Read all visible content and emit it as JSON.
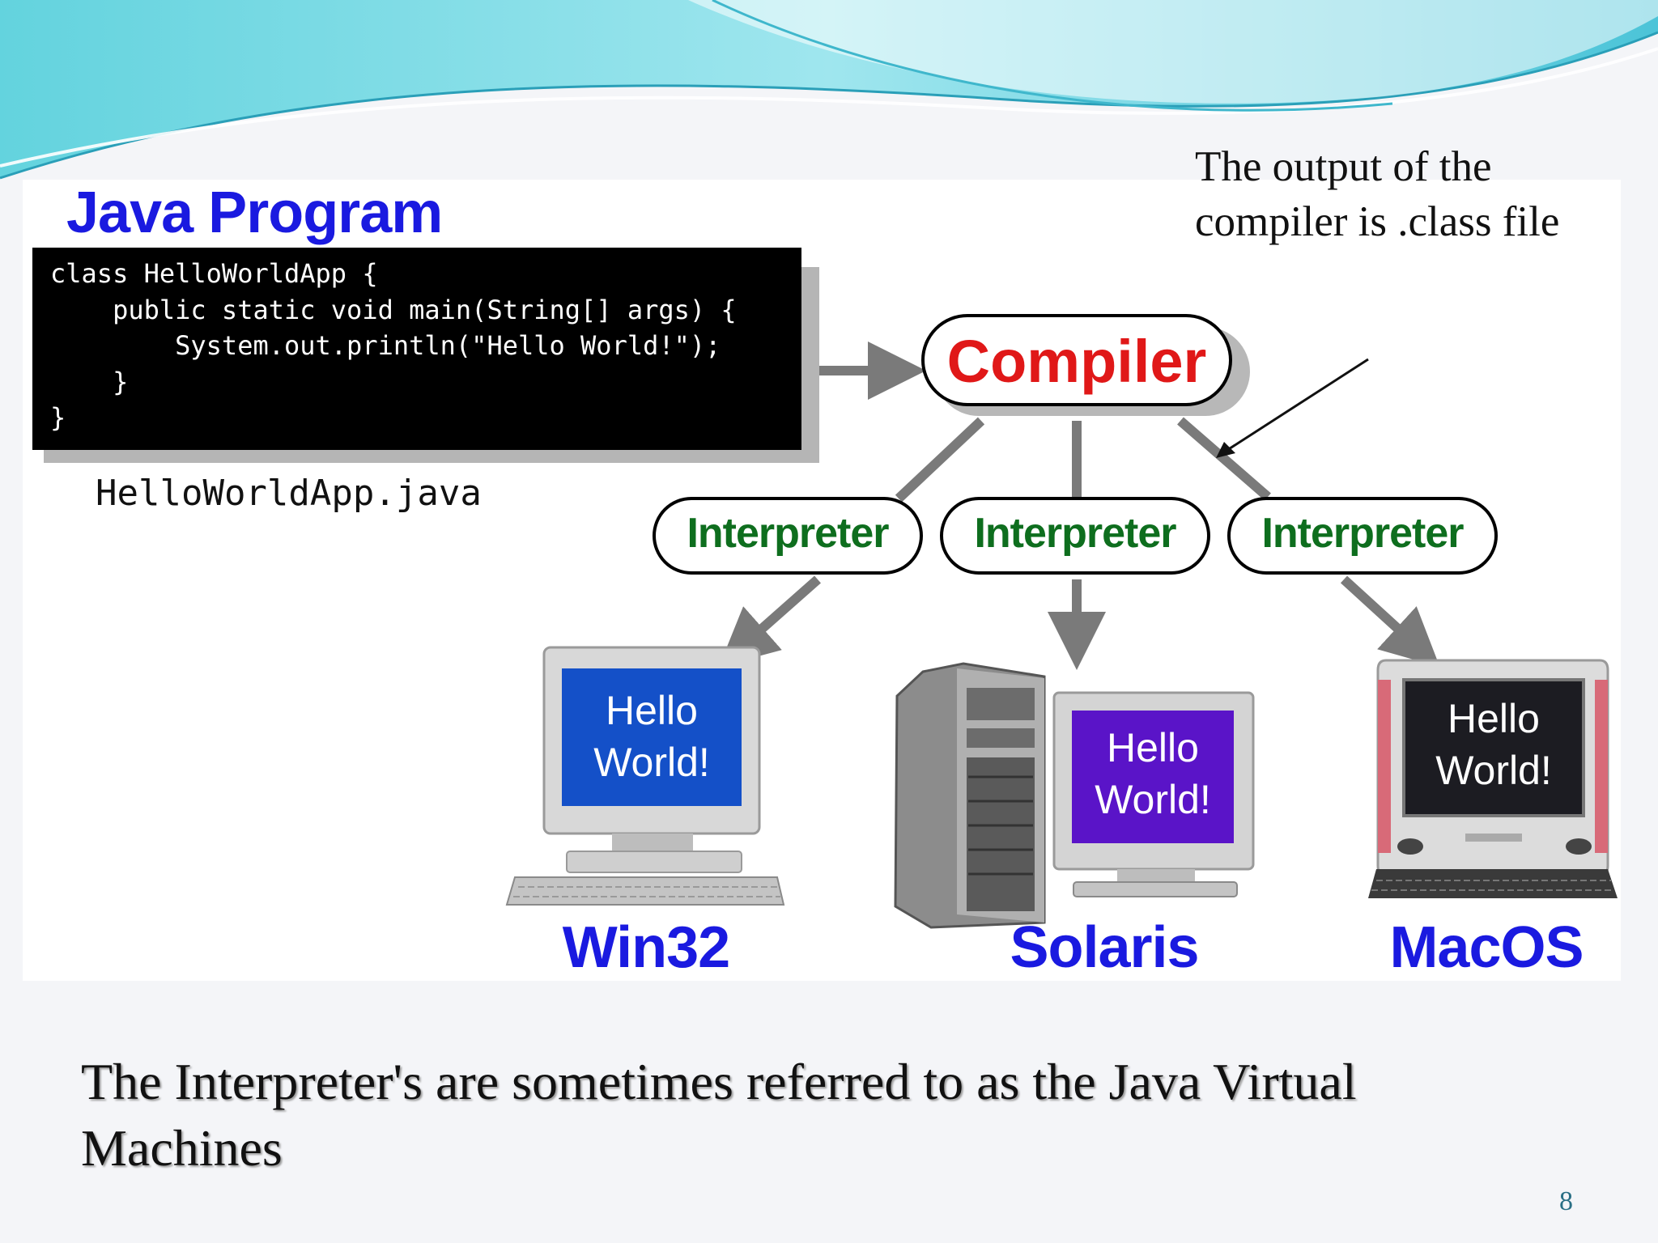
{
  "diagram": {
    "title": "Java Program",
    "code_lines": [
      "class HelloWorldApp {",
      "    public static void main(String[] args) {",
      "        System.out.println(\"Hello World!\");",
      "    }",
      "}"
    ],
    "filename": "HelloWorldApp.java",
    "compiler_label": "Compiler",
    "interpreters": [
      "Interpreter",
      "Interpreter",
      "Interpreter"
    ],
    "platforms": [
      {
        "label": "Win32",
        "screen_line1": "Hello",
        "screen_line2": "World!",
        "screen_color": "#1450c8",
        "icon": "windows-pc-icon"
      },
      {
        "label": "Solaris",
        "screen_line1": "Hello",
        "screen_line2": "World!",
        "screen_color": "#5a14c8",
        "icon": "solaris-workstation-icon"
      },
      {
        "label": "MacOS",
        "screen_line1": "Hello",
        "screen_line2": "World!",
        "screen_color": "#1c1c22",
        "icon": "imac-icon"
      }
    ]
  },
  "callout": {
    "line1": "The output of the",
    "line2": "compiler is .class file"
  },
  "footnote": "The Interpreter's are sometimes referred to as the Java Virtual Machines",
  "slide_number": "8",
  "colors": {
    "title_blue": "#1a1ae0",
    "compiler_red": "#e01818",
    "interpreter_green": "#0e6e1e",
    "wave_teal": "#5fd0dc"
  }
}
